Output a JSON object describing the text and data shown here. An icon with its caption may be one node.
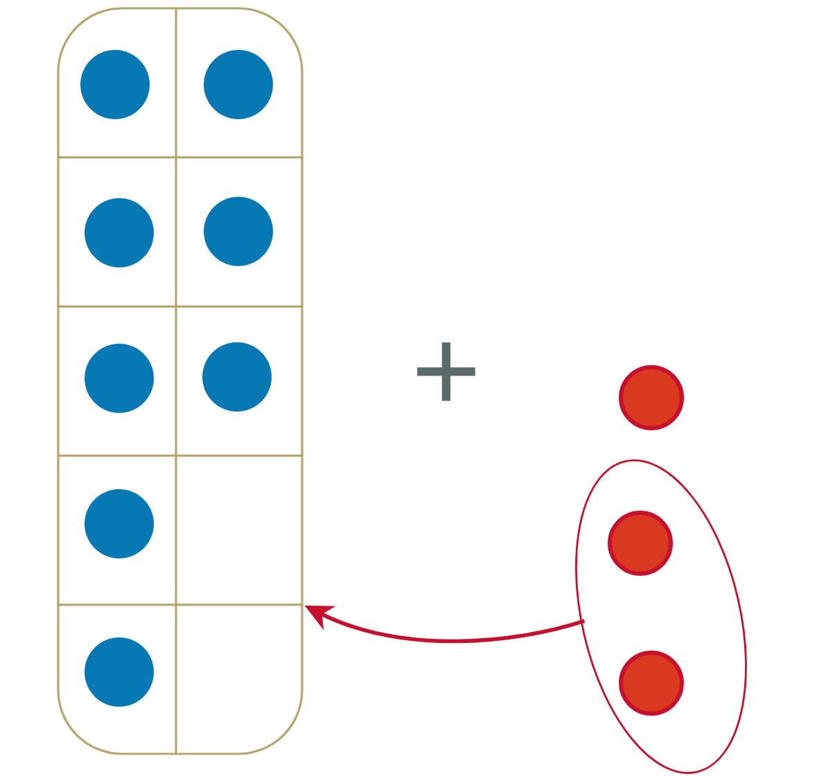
{
  "diagram": {
    "nodes": [
      {
        "text": [],
        "shape": "box"
      },
      {
        "text": [],
        "shape": "circle",
        "in": 0
      },
      {
        "text": [],
        "shape": "circle",
        "in": 0
      },
      {
        "text": [],
        "shape": "circle",
        "in": 0
      },
      {
        "text": [],
        "shape": "circle",
        "in": 0
      },
      {
        "text": [],
        "shape": "circle",
        "in": 0
      },
      {
        "text": [],
        "shape": "circle",
        "in": 0
      },
      {
        "text": [],
        "shape": "circle",
        "in": 0
      },
      {
        "text": [],
        "shape": "circle",
        "in": 0
      },
      {
        "text": [],
        "shape": "circle"
      },
      {
        "text": [],
        "shape": "ellipse"
      },
      {
        "text": [],
        "shape": "circle",
        "in": 10
      },
      {
        "text": [],
        "shape": "circle",
        "in": 10
      }
    ],
    "edges": [
      {
        "from": 10,
        "to": 0,
        "arrow": "to"
      }
    ],
    "labels": [
      "+"
    ]
  }
}
